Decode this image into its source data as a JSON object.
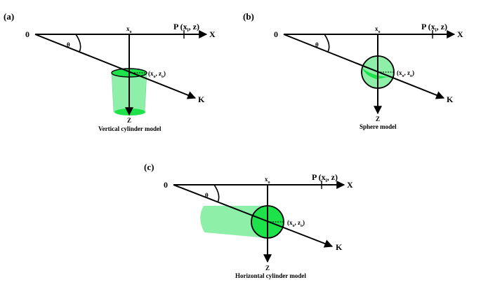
{
  "panels": [
    {
      "letter": "(a)",
      "origin": "0",
      "x_axis": "X",
      "z_axis": "Z",
      "k_axis": "K",
      "theta": "θ",
      "xo": "x",
      "xo_sub": "o",
      "p_prefix": "P (x",
      "p_sub": "i",
      "p_suffix": ", z)",
      "center": "(x",
      "center_sub1": "o",
      "center_mid": ", z",
      "center_sub2": "o",
      "center_end": ")",
      "caption": "Vertical cylinder model"
    },
    {
      "letter": "(b)",
      "origin": "0",
      "x_axis": "X",
      "z_axis": "Z",
      "k_axis": "K",
      "theta": "θ",
      "xo": "x",
      "xo_sub": "o",
      "p_prefix": "P (x",
      "p_sub": "i",
      "p_suffix": ", z)",
      "center": "(x",
      "center_sub1": "o",
      "center_mid": ", z",
      "center_sub2": "o",
      "center_end": ")",
      "caption": "Sphere model"
    },
    {
      "letter": "(c)",
      "origin": "0",
      "x_axis": "X",
      "z_axis": "Z",
      "k_axis": "K",
      "theta": "θ",
      "xo": "x",
      "xo_sub": "o",
      "p_prefix": "P (x",
      "p_sub": "i",
      "p_suffix": ", z)",
      "center": "(x",
      "center_sub1": "o",
      "center_mid": ", z",
      "center_sub2": "o",
      "center_end": ")",
      "caption": "Horizontal cylinder model"
    }
  ],
  "colors": {
    "body_light": "#8ef0a8",
    "body_bright": "#1ee24a",
    "body_mid": "#55e879",
    "line": "#000000"
  }
}
